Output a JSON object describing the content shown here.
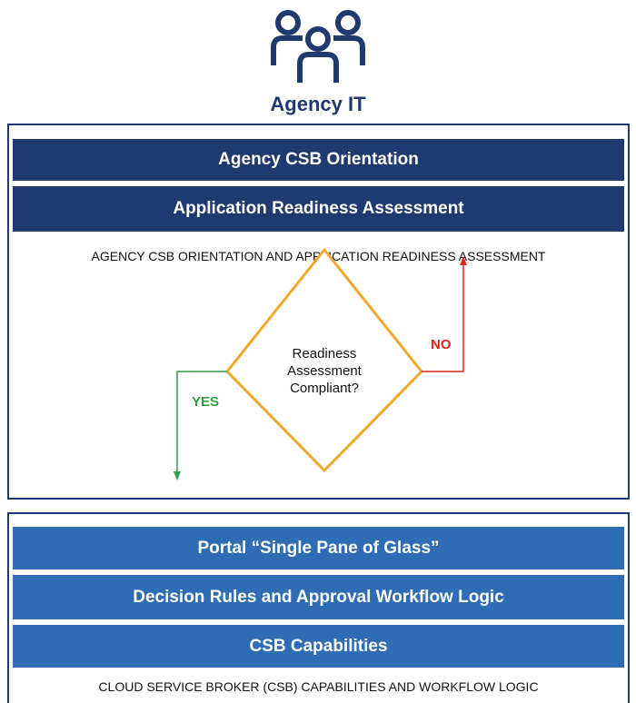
{
  "header": {
    "title": "Agency IT",
    "icon": "people-group-icon",
    "color": "#1f3a6e"
  },
  "top_section": {
    "bars": [
      {
        "label": "Agency CSB Orientation"
      },
      {
        "label": "Application Readiness Assessment"
      }
    ],
    "caption": "AGENCY CSB ORIENTATION AND APPLICATION READINESS ASSESSMENT",
    "decision": {
      "question": "Readiness Assessment Compliant?",
      "question_lines": [
        "Readiness",
        "Assessment",
        "Compliant?"
      ],
      "yes_label": "YES",
      "no_label": "NO",
      "yes_color": "#2e9e44",
      "no_color": "#d9261c",
      "diamond_color": "#f0a830"
    }
  },
  "bottom_section": {
    "bars": [
      {
        "label": "Portal “Single Pane of Glass”"
      },
      {
        "label": "Decision Rules and Approval Workflow Logic"
      },
      {
        "label": "CSB Capabilities"
      }
    ],
    "caption": "CLOUD SERVICE BROKER (CSB) CAPABILITIES AND WORKFLOW LOGIC"
  }
}
